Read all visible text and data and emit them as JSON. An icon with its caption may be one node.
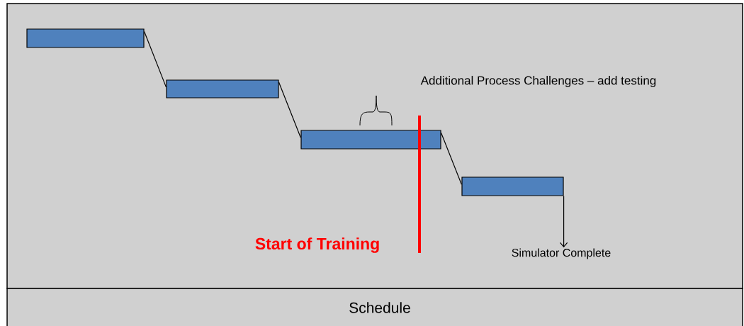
{
  "diagram": {
    "caption": "Schedule",
    "nodes": [
      {
        "text": [],
        "shape": "bar"
      },
      {
        "text": [],
        "shape": "bar"
      },
      {
        "text": [],
        "shape": "bar"
      },
      {
        "text": [],
        "shape": "bar"
      },
      {
        "text": [
          "Simulator Complete"
        ]
      }
    ],
    "edges": [
      {
        "from": 0,
        "to": 1,
        "arrow": "none"
      },
      {
        "from": 1,
        "to": 2,
        "arrow": "none"
      },
      {
        "from": 2,
        "to": 3,
        "arrow": "none"
      },
      {
        "from": 3,
        "to": 4,
        "arrow": "to"
      }
    ],
    "labels": [
      "Additional  Process  Challenges – add testing",
      "Start of Training"
    ]
  }
}
